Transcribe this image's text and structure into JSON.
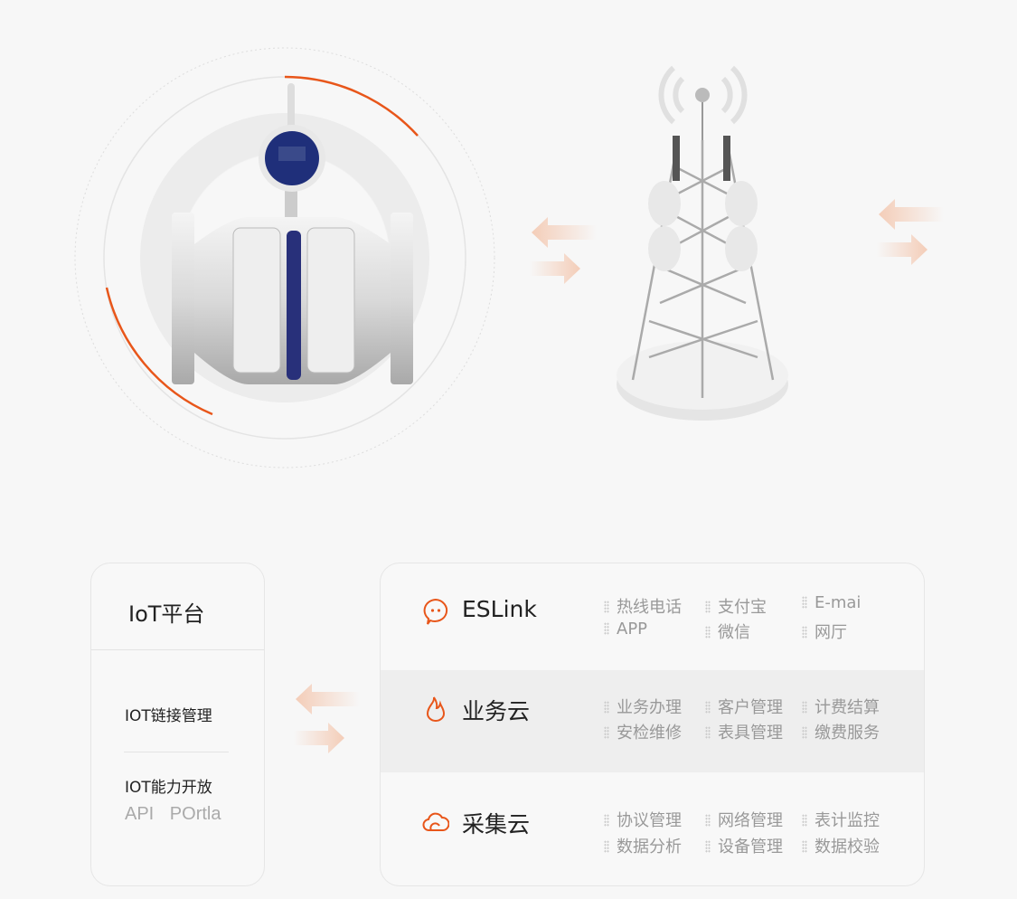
{
  "iot_platform": {
    "title": "IoT平台",
    "items": [
      "IOT链接管理",
      "IOT能力开放"
    ],
    "api_portal": "API POrtla"
  },
  "services": [
    {
      "name": "ESLink",
      "icon": "chat-bubble-icon",
      "items": [
        "热线电话",
        "支付宝",
        "E-mai",
        "APP",
        "微信",
        "网厅"
      ]
    },
    {
      "name": "业务云",
      "icon": "flame-icon",
      "items": [
        "业务办理",
        "客户管理",
        "计费结算",
        "安检维修",
        "表具管理",
        "缴费服务"
      ]
    },
    {
      "name": "采集云",
      "icon": "cloud-icon",
      "items": [
        "协议管理",
        "网络管理",
        "表计监控",
        "数据分析",
        "设备管理",
        "数据校验"
      ]
    }
  ],
  "colors": {
    "accent": "#e8561a",
    "row_highlight": "#eeeeee",
    "background": "#f7f7f7"
  }
}
